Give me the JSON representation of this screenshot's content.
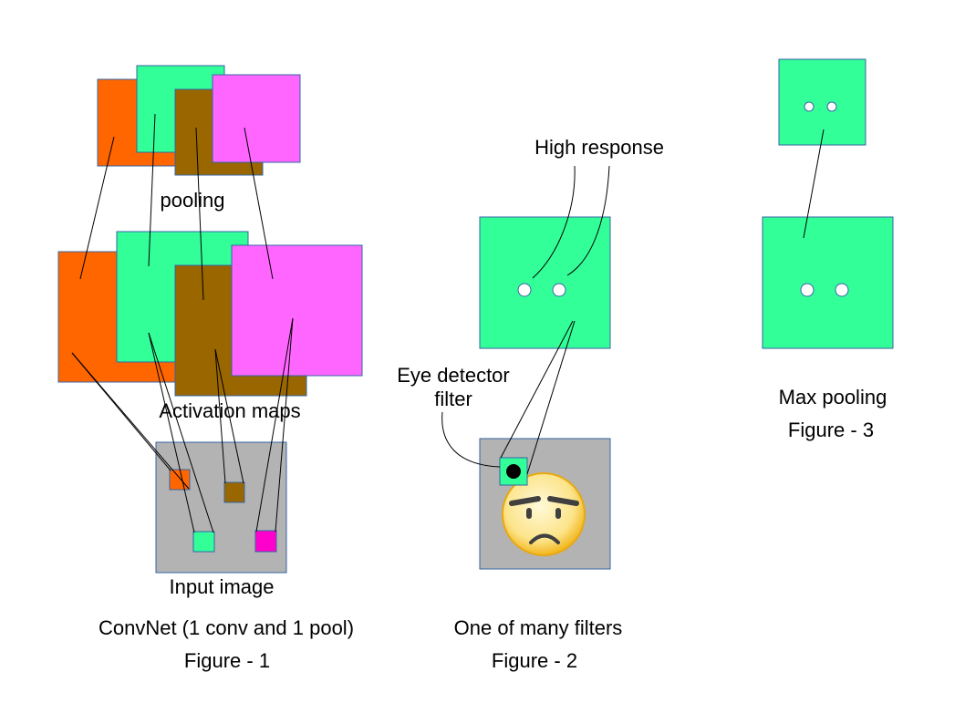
{
  "figure1": {
    "pooling_label": "pooling",
    "activation_label": "Activation maps",
    "input_label": "Input image",
    "caption": "ConvNet (1 conv and 1 pool)",
    "figure_label": "Figure - 1"
  },
  "figure2": {
    "high_response_label": "High response",
    "eye_detector_line1": "Eye detector",
    "eye_detector_line2": "filter",
    "caption": "One of many filters",
    "figure_label": "Figure - 2"
  },
  "figure3": {
    "caption": "Max pooling",
    "figure_label": "Figure - 3"
  },
  "colors": {
    "orange": "#ff6600",
    "green": "#33ff99",
    "brown": "#996600",
    "magenta": "#ff66ff",
    "input_magenta": "#ff00cc",
    "gray": "#b3b3b3",
    "outline": "#3465a4"
  }
}
